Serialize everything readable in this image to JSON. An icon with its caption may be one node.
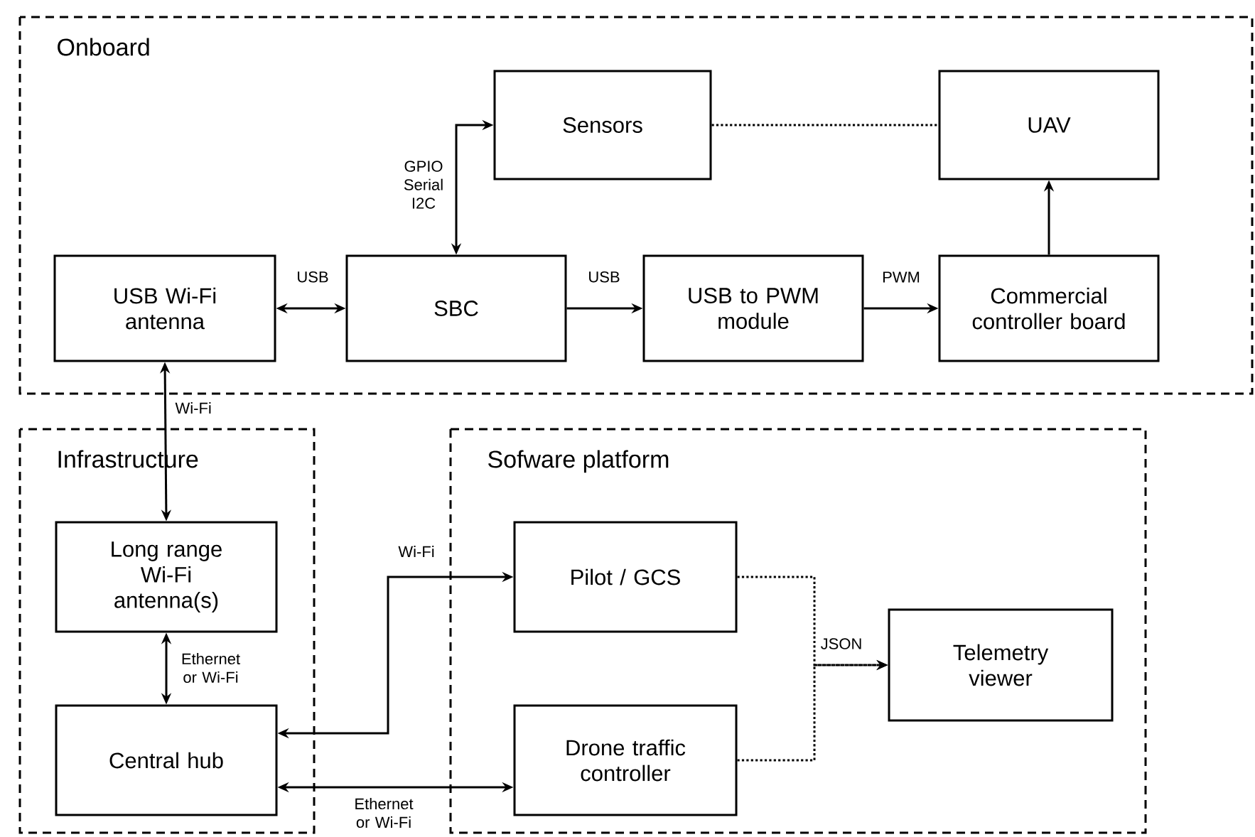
{
  "diagram": {
    "nodes": [
      {
        "text": [
          "Onboard"
        ]
      },
      {
        "text": [
          "Sensors"
        ],
        "in": 0
      },
      {
        "text": [
          "UAV"
        ],
        "in": 0
      },
      {
        "text": [
          "USB Wi-Fi antenna"
        ],
        "in": 0
      },
      {
        "text": [
          "SBC"
        ],
        "in": 0
      },
      {
        "text": [
          "USB to PWM module"
        ],
        "in": 0
      },
      {
        "text": [
          "Commercial controller board"
        ],
        "in": 0
      },
      {
        "text": [
          "Infrastructure"
        ]
      },
      {
        "text": [
          "Long range Wi-Fi antenna(s)"
        ],
        "in": 7
      },
      {
        "text": [
          "Central hub"
        ],
        "in": 7
      },
      {
        "text": [
          "Sofware platform"
        ]
      },
      {
        "text": [
          "Pilot / GCS"
        ],
        "in": 10
      },
      {
        "text": [
          "Drone traffic controller"
        ],
        "in": 10
      },
      {
        "text": [
          "Telemetry viewer"
        ],
        "in": 10
      }
    ],
    "edges": [
      {
        "from": 3,
        "to": 4,
        "arrow": "both",
        "label": "USB"
      },
      {
        "from": 4,
        "to": 1,
        "arrow": "both",
        "label": "GPIO Serial I2C"
      },
      {
        "from": 4,
        "to": 5,
        "arrow": "to",
        "label": "USB"
      },
      {
        "from": 5,
        "to": 6,
        "arrow": "to",
        "label": "PWM"
      },
      {
        "from": 6,
        "to": 2,
        "arrow": "to"
      },
      {
        "from": 1,
        "to": 2,
        "arrow": "none",
        "style": "dashed"
      },
      {
        "from": 3,
        "to": 8,
        "arrow": "both",
        "label": "Wi-Fi"
      },
      {
        "from": 8,
        "to": 9,
        "arrow": "both",
        "label": "Ethernet or Wi-Fi"
      },
      {
        "from": 11,
        "to": 9,
        "arrow": "both",
        "label": "Wi-Fi"
      },
      {
        "from": 9,
        "to": 12,
        "arrow": "both",
        "label": "Ethernet or Wi-Fi"
      },
      {
        "from": 11,
        "to": 13,
        "arrow": "to",
        "style": "dashed",
        "label": "JSON"
      },
      {
        "from": 12,
        "to": 13,
        "arrow": "to",
        "style": "dashed"
      }
    ]
  }
}
